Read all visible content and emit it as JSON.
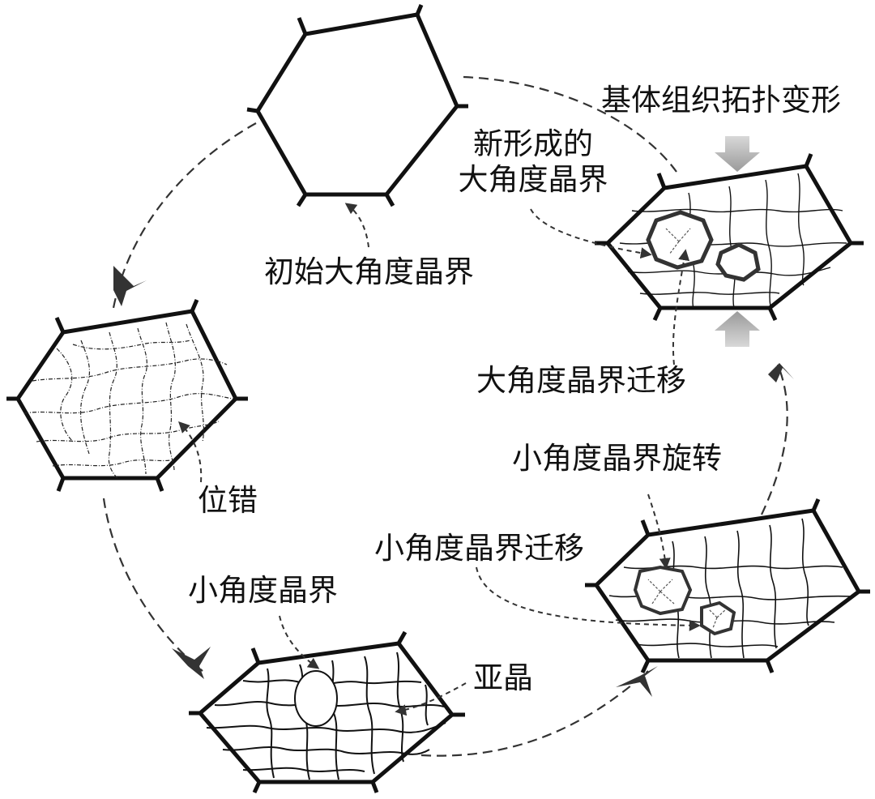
{
  "labels": {
    "initial_hagb": "初始大角度晶界",
    "matrix_topology": "基体组织拓扑变形",
    "new_hagb_line1": "新形成的",
    "new_hagb_line2": "大角度晶界",
    "hagb_migration": "大角度晶界迁移",
    "dislocation": "位错",
    "lagb_rotation": "小角度晶界旋转",
    "lagb_migration": "小角度晶界迁移",
    "lagb": "小角度晶界",
    "subgrain": "亚晶"
  },
  "colors": {
    "stroke": "#111111",
    "arrow": "#333333",
    "compress": "#b4b4b4"
  }
}
